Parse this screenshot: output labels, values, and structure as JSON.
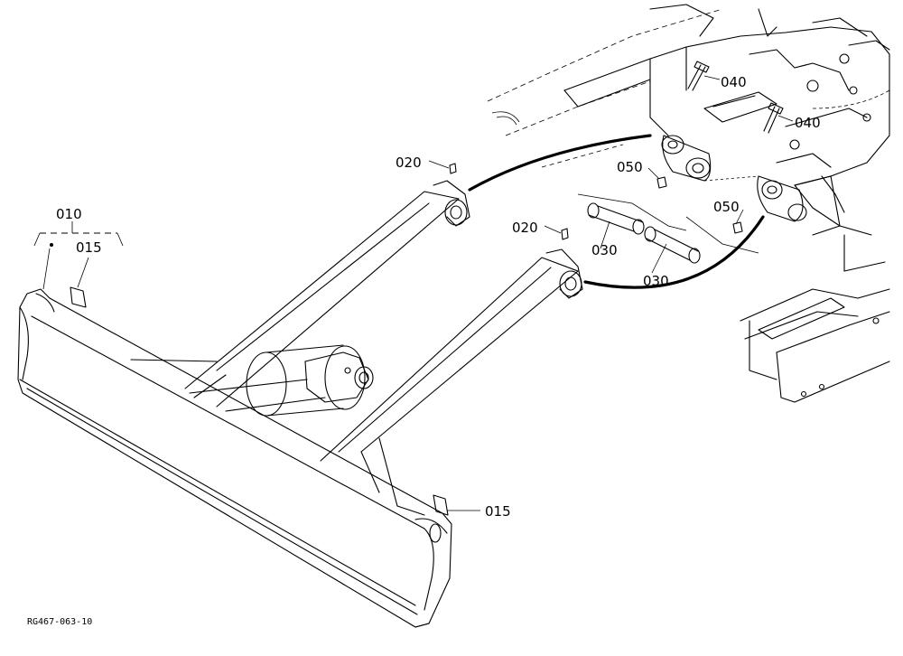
{
  "diagram": {
    "reference_code": "RG467-063-10",
    "callouts": {
      "c010": "010",
      "c015_left": "015",
      "c015_right": "015",
      "c020_left": "020",
      "c020_right": "020",
      "c030_left": "030",
      "c030_right": "030",
      "c040_top": "040",
      "c040_mid": "040",
      "c050_left": "050",
      "c050_right": "050"
    }
  }
}
